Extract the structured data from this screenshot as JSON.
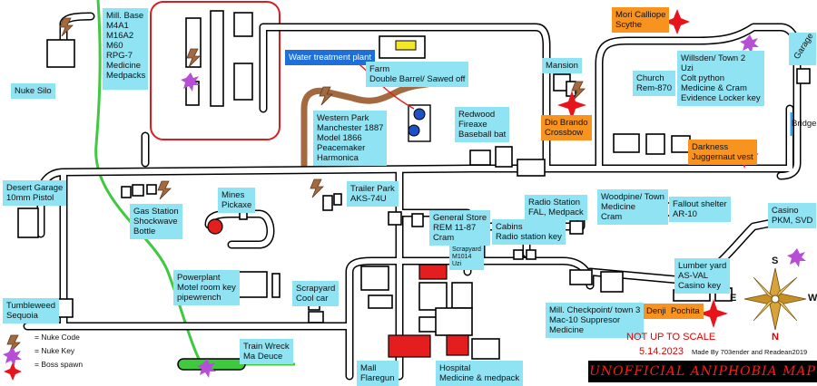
{
  "locations": {
    "mill_base": {
      "name": "Mill. Base",
      "items": [
        "M4A1",
        "M16A2",
        "M60",
        "RPG-7",
        "Medicine",
        "Medpacks"
      ]
    },
    "nuke_silo": {
      "name": "Nuke Silo"
    },
    "water_treatment": {
      "name": "Water treatment plant"
    },
    "farm": {
      "name": "Farm",
      "items": [
        "Double Barrel/ Sawed off"
      ]
    },
    "western_park": {
      "name": "Western Park",
      "items": [
        "Manchester 1887",
        "Model 1866",
        "Peacemaker",
        "Harmonica"
      ]
    },
    "redwood": {
      "name": "Redwood",
      "items": [
        "Fireaxe",
        "Baseball bat"
      ]
    },
    "mansion": {
      "name": "Mansion"
    },
    "church": {
      "name": "Church",
      "items": [
        "Rem-870"
      ]
    },
    "willsden": {
      "name": "Willsden/ Town 2",
      "items": [
        "Uzi",
        "Colt python",
        "Medicine & Cram",
        "Evidence Locker key"
      ]
    },
    "garage": {
      "name": "Garage"
    },
    "bridge": {
      "name": "Bridge"
    },
    "desert_garage": {
      "name": "Desert Garage",
      "items": [
        "10mm Pistol"
      ]
    },
    "gas_station": {
      "name": "Gas Station",
      "items": [
        "Shockwave",
        "Bottle"
      ]
    },
    "mines": {
      "name": "Mines",
      "items": [
        "Pickaxe"
      ]
    },
    "trailer_park": {
      "name": "Trailer Park",
      "items": [
        "AKS-74U"
      ]
    },
    "general_store": {
      "name": "General Store",
      "items": [
        "REM 11-87",
        "Cram"
      ]
    },
    "radio_station": {
      "name": "Radio Station",
      "items": [
        "FAL, Medpack"
      ]
    },
    "cabins": {
      "name": "Cabins",
      "items": [
        "Radio station key"
      ]
    },
    "woodpine": {
      "name": "Woodpine/ Town",
      "items": [
        "Medicine",
        "Cram"
      ]
    },
    "fallout_shelter": {
      "name": "Fallout shelter",
      "items": [
        "AR-10"
      ]
    },
    "casino": {
      "name": "Casino",
      "items": [
        "PKM, SVD"
      ]
    },
    "scrapyard_south": {
      "name": "Scrapyard",
      "items": [
        "M1014",
        "Uzi"
      ]
    },
    "powerplant": {
      "name": "Powerplant",
      "items": [
        "Motel room key",
        "pipewrench"
      ]
    },
    "scrapyard_west": {
      "name": "Scrapyard",
      "items": [
        "Cool car"
      ]
    },
    "lumber_yard": {
      "name": "Lumber yard",
      "items": [
        "AS-VAL",
        "Casino key"
      ]
    },
    "mill_checkpoint": {
      "name": "Mill. Checkpoint/ town 3",
      "items": [
        "Mac-10 Suppresor",
        "Medicine"
      ]
    },
    "tumbleweed": {
      "name": "Tumbleweed",
      "items": [
        "Sequoia"
      ]
    },
    "train_wreck": {
      "name": "Train Wreck",
      "items": [
        "Ma Deuce"
      ]
    },
    "mall": {
      "name": "Mall",
      "items": [
        "Flaregun"
      ]
    },
    "hospital": {
      "name": "Hospital",
      "items": [
        "Medicine & medpack"
      ]
    }
  },
  "bosses": {
    "mori_calliope": {
      "name": "Mori Calliope",
      "drop": "Scythe"
    },
    "dio_brando": {
      "name": "Dio Brando",
      "drop": "Crossbow"
    },
    "darkness": {
      "name": "Darkness",
      "drop": "Juggernaut vest"
    },
    "denji": {
      "name": "Denji",
      "drop": "Pochita"
    }
  },
  "legend": {
    "nuke_code": "= Nuke Code",
    "nuke_key": "= Nuke Key",
    "boss_spawn": "= Boss spawn"
  },
  "notes": {
    "scale": "NOT UP TO SCALE",
    "date": "5.14.2023",
    "credit": "Made By 703ender and Readean2019",
    "title": "UNOFFICIAL ANIPHOBIA MAP"
  },
  "compass": {
    "n": "N",
    "s": "S",
    "e": "E",
    "w": "W"
  },
  "colors": {
    "label_bg": "#8fe3f3",
    "boss_bg": "#f7931e",
    "water_label_bg": "#1e6fd9",
    "boss_spawn": "#e8141b",
    "nuke_key": "#b64fd6",
    "nuke_code": "#a36a3f",
    "railway": "#3ec93e",
    "building_red": "#e41e1e",
    "title_text": "#ff1a1a"
  }
}
